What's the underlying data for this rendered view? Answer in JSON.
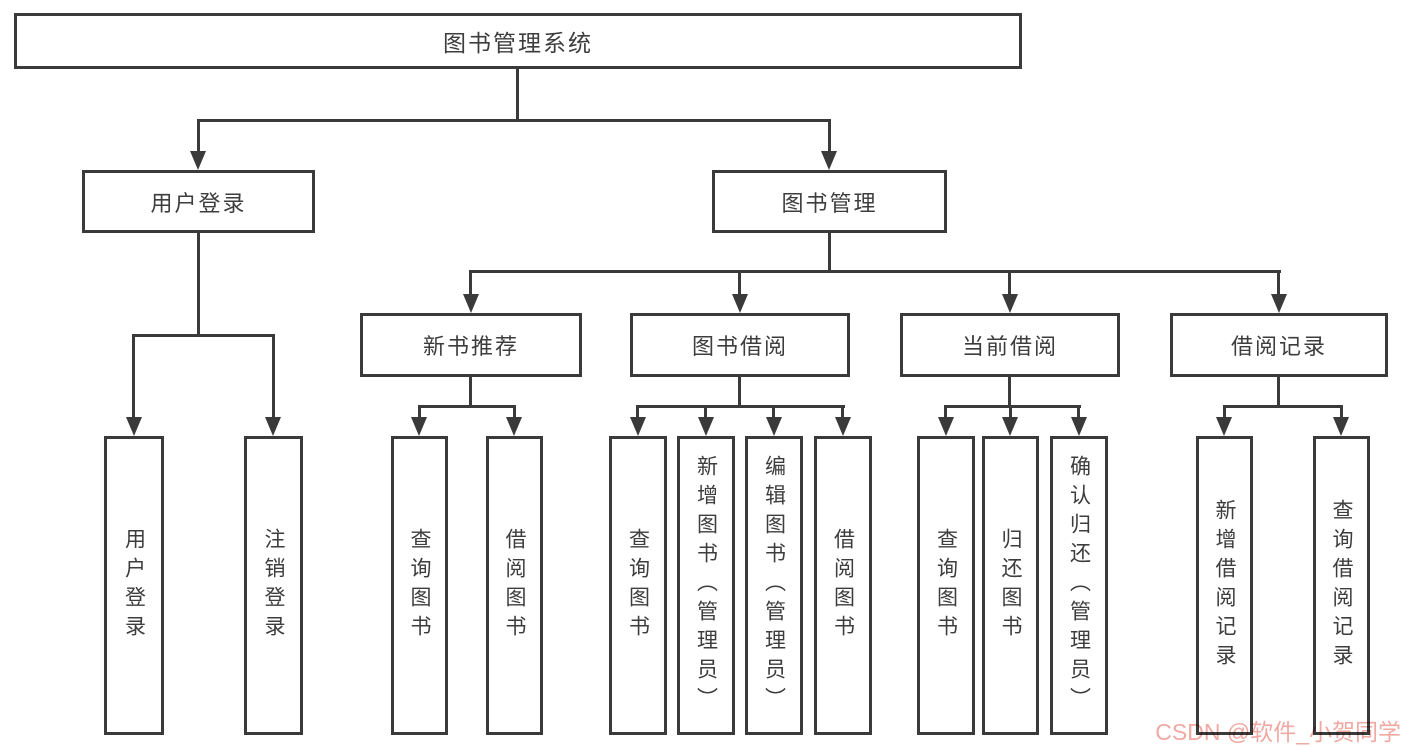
{
  "root": {
    "label": "图书管理系统"
  },
  "level2": {
    "user_login": "用户登录",
    "book_mgmt": "图书管理"
  },
  "level3": {
    "new_book_rec": "新书推荐",
    "book_borrow": "图书借阅",
    "current_borrow": "当前借阅",
    "borrow_records": "借阅记录"
  },
  "leaves": {
    "user_login": "用户登录",
    "logout": "注销登录",
    "nbr_query": "查询图书",
    "nbr_borrow": "借阅图书",
    "bb_query": "查询图书",
    "bb_add": "新增图书（管理员）",
    "bb_edit": "编辑图书（管理员）",
    "bb_borrow": "借阅图书",
    "cb_query": "查询图书",
    "cb_return": "归还图书",
    "cb_confirm": "确认归还（管理员）",
    "br_add": "新增借阅记录",
    "br_query": "查询借阅记录"
  },
  "watermark": "CSDN @软件_小贺同学",
  "colors": {
    "line": "#3a3a3a",
    "text": "#3d3d3d",
    "box_background": "#ffffff",
    "watermark": "#f0a9a3"
  }
}
